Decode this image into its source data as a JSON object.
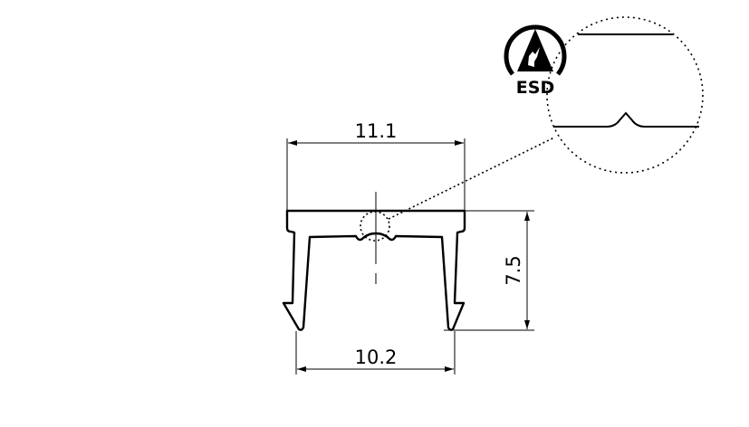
{
  "drawing": {
    "dimensions": {
      "top_width": "11.1",
      "bottom_width": "10.2",
      "height": "7.5"
    },
    "esd_logo_text": "ESD",
    "colors": {
      "line": "#000000",
      "background": "#ffffff"
    }
  }
}
